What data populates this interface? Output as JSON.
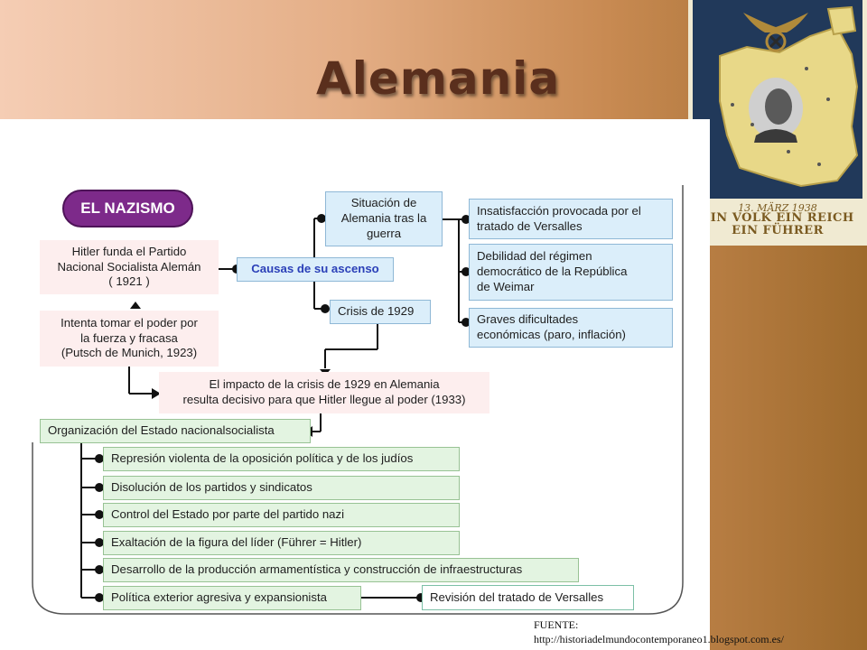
{
  "slide_title": "Alemania",
  "poster": {
    "date": "13. MÄRZ 1938",
    "line1": "EIN VOLK EIN REICH",
    "line2": "EIN FÜHRER"
  },
  "diagram": {
    "root": "EL NAZISMO",
    "hitler_funda": [
      "Hitler funda el Partido",
      "Nacional Socialista Alemán",
      "( 1921 )"
    ],
    "putsch": [
      "Intenta tomar el poder por",
      "la fuerza y fracasa",
      "(Putsch de Munich, 1923)"
    ],
    "causas": "Causas de su ascenso",
    "situacion": [
      "Situación de",
      "Alemania tras la",
      "guerra"
    ],
    "crisis": "Crisis de 1929",
    "insatisfaccion": [
      "Insatisfacción provocada por el",
      "tratado de Versalles"
    ],
    "debilidad": [
      "Debilidad del régimen",
      "democrático de la República",
      "de Weimar"
    ],
    "dificultades": [
      "Graves dificultades",
      "económicas (paro, inflación)"
    ],
    "impacto": [
      "El impacto de la crisis de 1929 en Alemania",
      "resulta decisivo para que Hitler llegue al poder (1933)"
    ],
    "organizacion": "Organización del Estado nacionalsocialista",
    "items": [
      "Represión violenta de la oposición política y de los judíos",
      "Disolución de los partidos y sindicatos",
      "Control del Estado por parte del partido nazi",
      "Exaltación de la figura del líder (Führer = Hitler)",
      "Desarrollo de la producción armamentística y construcción de infraestructuras",
      "Política exterior agresiva y expansionista"
    ],
    "revision": "Revisión del tratado de Versalles"
  },
  "source": {
    "label": "FUENTE:",
    "url": "http://historiadelmundocontemporaneo1.blogspot.com.es/"
  }
}
